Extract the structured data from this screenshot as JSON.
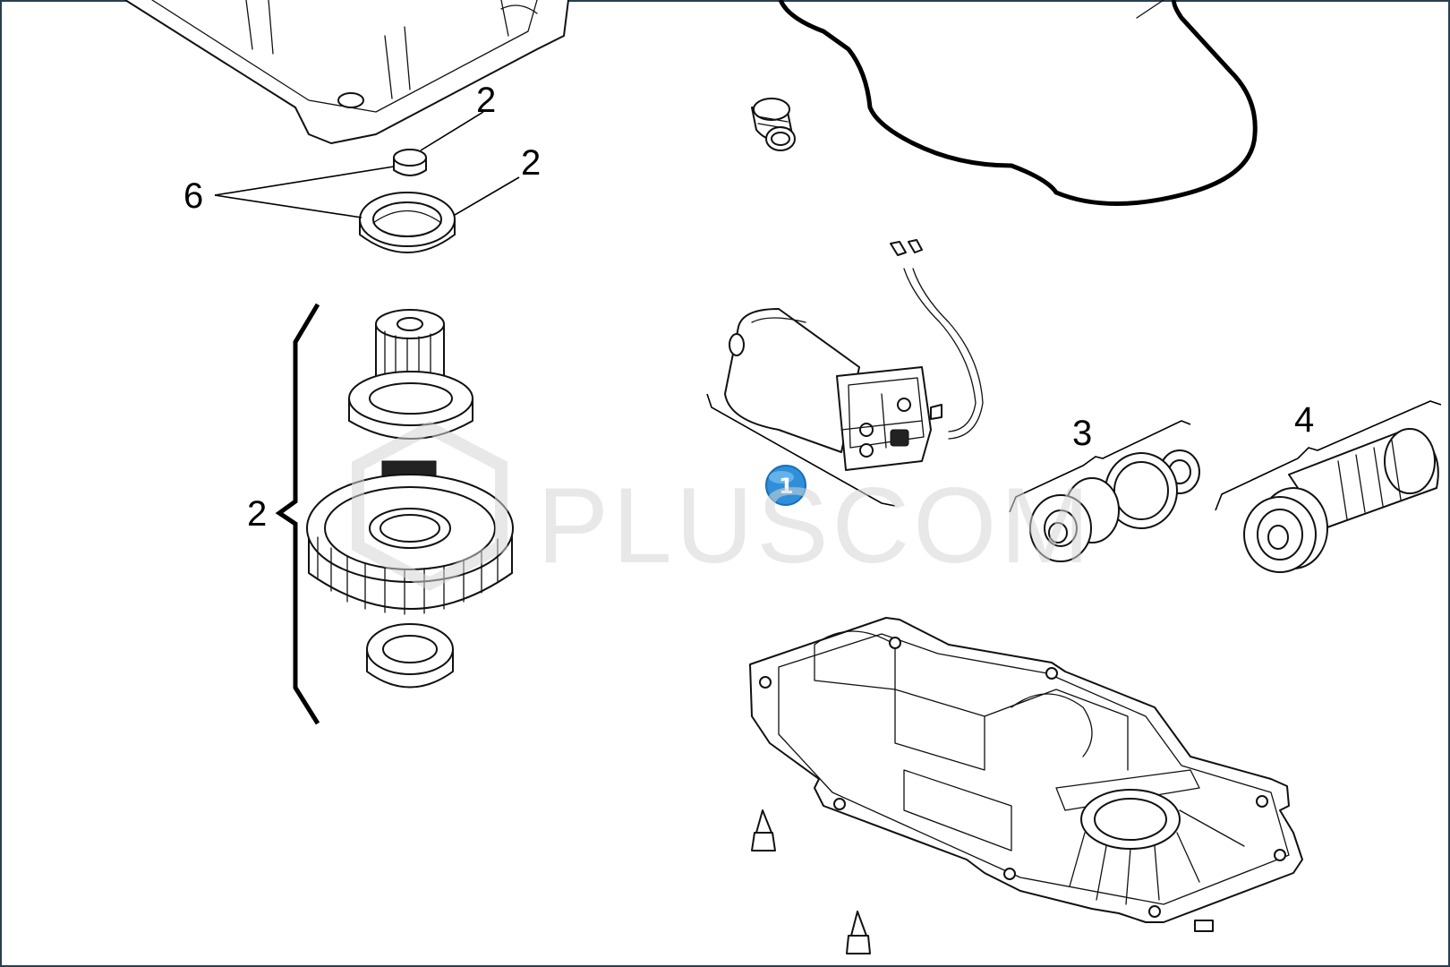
{
  "diagram": {
    "callouts": {
      "top_cap_top": "2",
      "ring_right": "2",
      "left_group": "6",
      "gear_group": "2",
      "gear_shaft_3": "3",
      "gear_shaft_4": "4"
    },
    "marker": {
      "label": "1",
      "color": "#2f8fd8"
    },
    "watermark": {
      "text": "PLUSCOM"
    },
    "colors": {
      "line": "#111111",
      "frame": "#2a3f4f",
      "watermark": "#d6d6d6"
    }
  }
}
